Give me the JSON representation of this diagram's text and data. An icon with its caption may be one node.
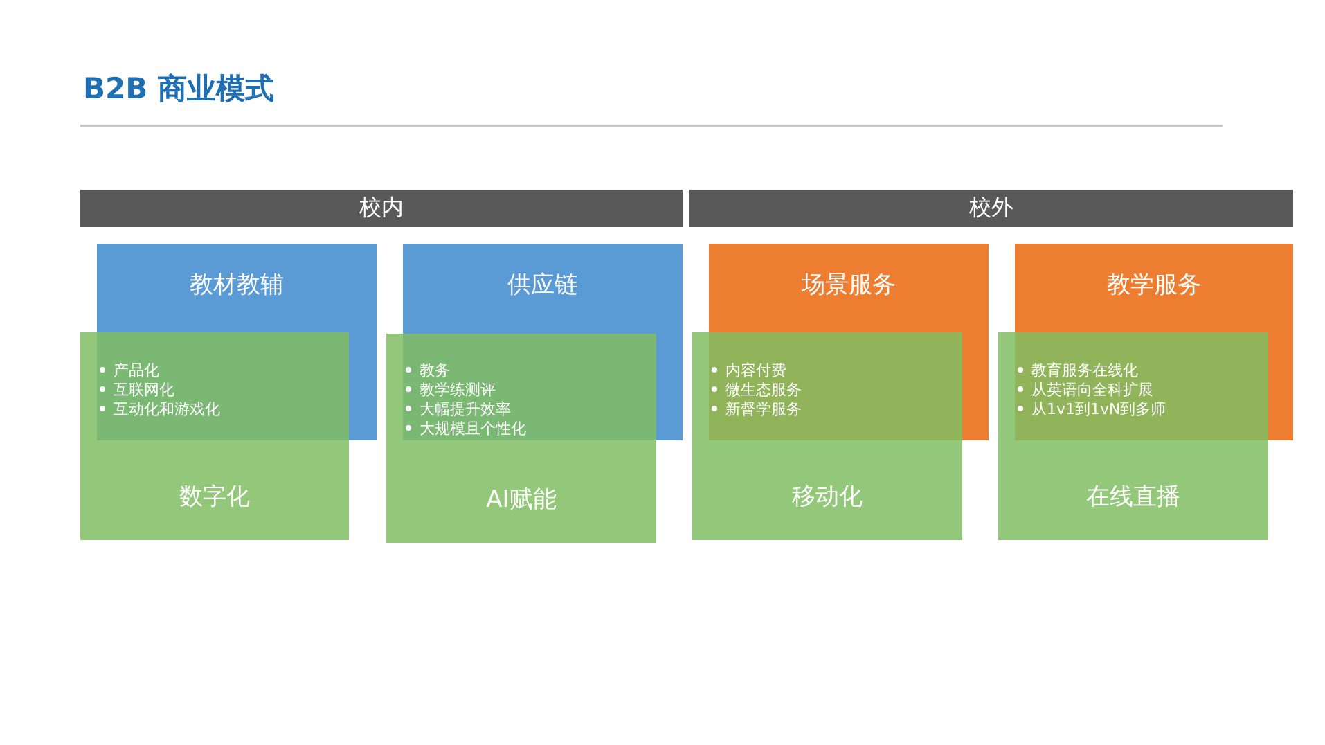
{
  "diagram": {
    "title": "B2B 商业模式",
    "nodes": [
      {
        "text": [
          "校内"
        ]
      },
      {
        "text": [
          "校外"
        ]
      },
      {
        "text": [
          "教材教辅",
          "产品化",
          "互联网化",
          "互动化和游戏化"
        ]
      },
      {
        "text": [
          "供应链",
          "教务",
          "教学练测评",
          "大幅提升效率",
          "大规模且个性化"
        ]
      },
      {
        "text": [
          "场景服务",
          "内容付费",
          "微生态服务",
          "新督学服务"
        ]
      },
      {
        "text": [
          "教学服务",
          "教育服务在线化",
          "从英语向全科扩展",
          "从1v1到1vN到多师"
        ]
      },
      {
        "text": [
          "数字化"
        ]
      },
      {
        "text": [
          "AI赋能"
        ]
      },
      {
        "text": [
          "移动化"
        ]
      },
      {
        "text": [
          "在线直播"
        ]
      }
    ],
    "edges": []
  }
}
